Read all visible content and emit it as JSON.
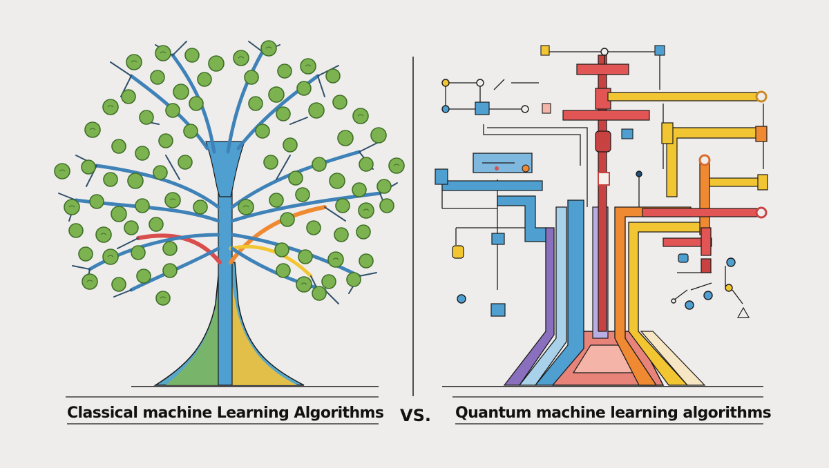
{
  "captions": {
    "left": "Classical machine Learning Algorithms",
    "vs": "VS.",
    "right": "Quantum machine learning algorithms"
  },
  "icons": {
    "left_illustration": "branching-tree-illustration",
    "right_illustration": "quantum-circuit-pipes-illustration"
  },
  "colors": {
    "background": "#efedeb",
    "ink": "#1a1a1a",
    "leaf_green": "#7cb24f",
    "leaf_dark": "#3f6f28",
    "trunk_blue": "#4f9fd0",
    "pipe_red": "#d94d4d",
    "pipe_orange": "#ef8a33",
    "pipe_yellow": "#f2c533",
    "pipe_purple": "#8a6fbf",
    "pipe_pink": "#e8837a"
  }
}
